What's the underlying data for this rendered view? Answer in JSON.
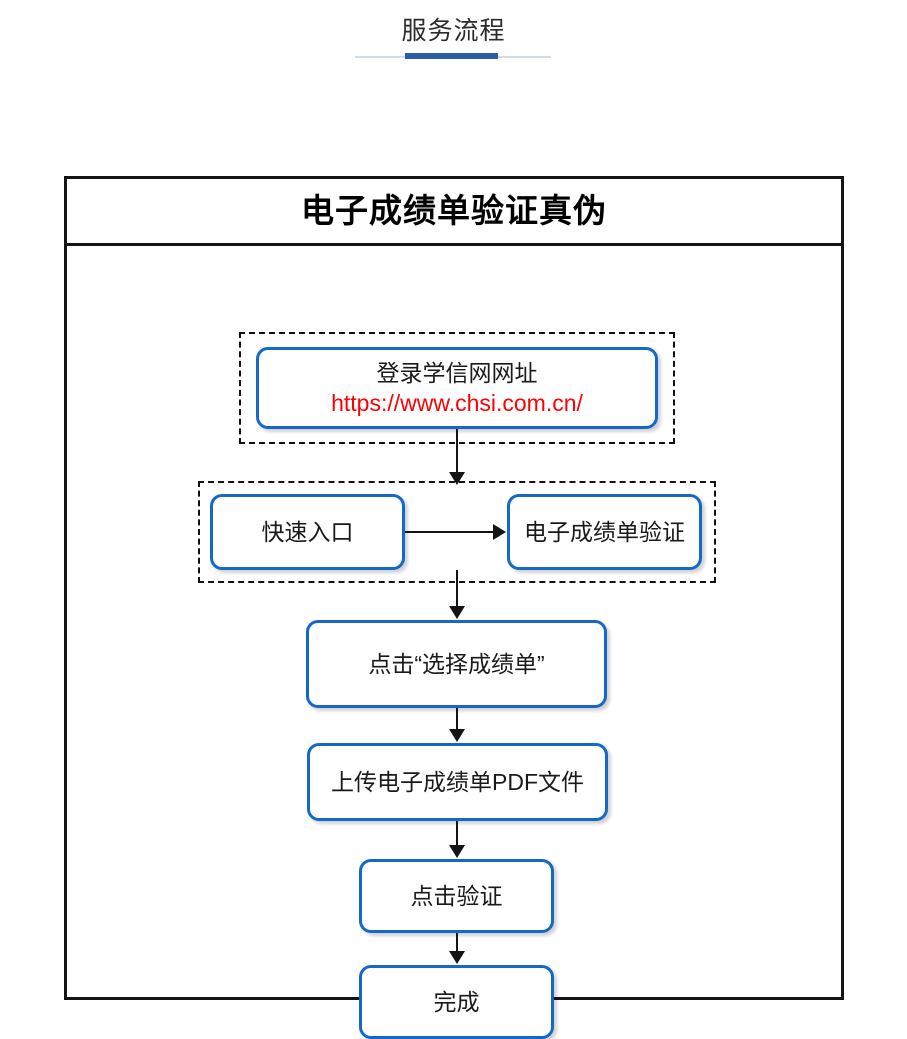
{
  "header": {
    "title": "服务流程",
    "accent_color": "#2a5caa",
    "rule_color": "#cfdceb"
  },
  "frame": {
    "title": "电子成绩单验证真伪",
    "border_color": "#141414"
  },
  "flow": {
    "node_border_color": "#1668c8",
    "link_color": "#ff0000",
    "group_border_style": "dashed",
    "nodes": [
      {
        "id": "login-chsi",
        "line1": "登录学信网网址",
        "line2": "https://www.chsi.com.cn/"
      },
      {
        "id": "quick-entry",
        "label": "快速入口"
      },
      {
        "id": "transcript-verification",
        "label": "电子成绩单验证"
      },
      {
        "id": "click-select-transcript",
        "label": "点击“选择成绩单”"
      },
      {
        "id": "upload-pdf",
        "label": "上传电子成绩单PDF文件"
      },
      {
        "id": "click-verify",
        "label": "点击验证"
      },
      {
        "id": "done",
        "label": "完成"
      }
    ]
  }
}
